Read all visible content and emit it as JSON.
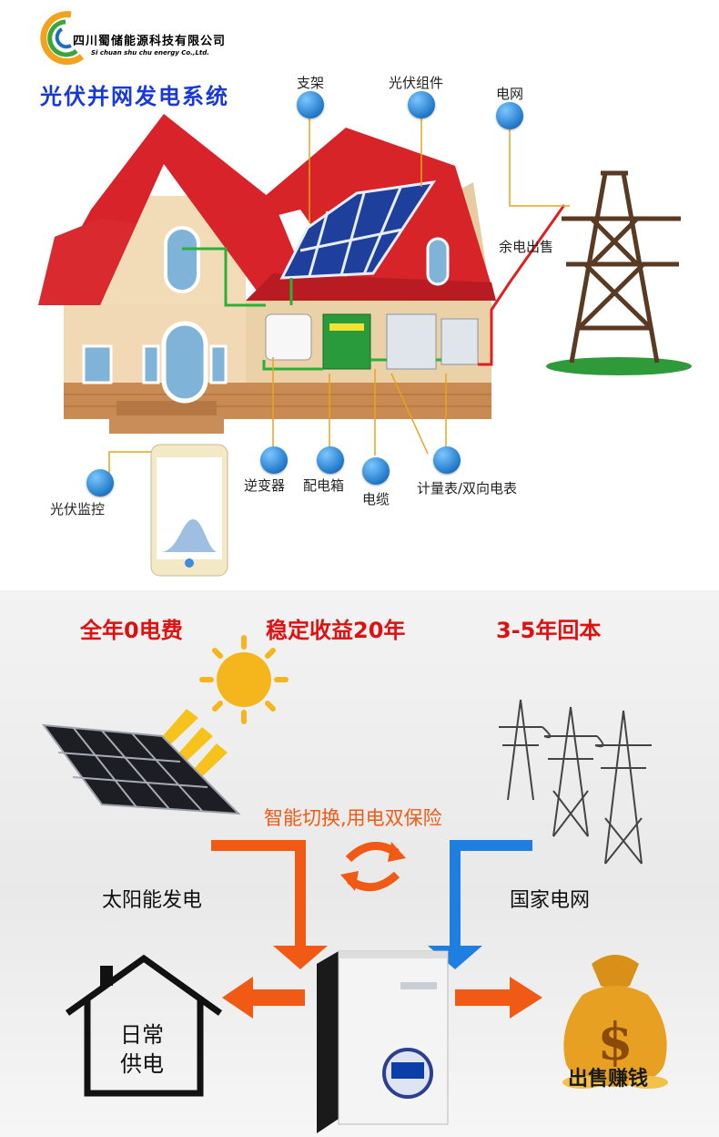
{
  "company": {
    "name_cn": "四川蜀储能源科技有限公司",
    "name_en": "Si chuan shu chu energy Co.,Ltd."
  },
  "top": {
    "title": "光伏并网发电系统",
    "labels": {
      "bracket": "支架",
      "pv_module": "光伏组件",
      "grid": "电网",
      "surplus_sale": "余电出售",
      "monitor": "光伏监控",
      "inverter": "逆变器",
      "distribution_box": "配电箱",
      "cable": "电缆",
      "meter": "计量表/双向电表"
    }
  },
  "bottom": {
    "slogans": [
      "全年0电费",
      "稳定收益20年",
      "3-5年回本"
    ],
    "switch_text": "智能切换,用电双保险",
    "solar_label": "太阳能发电",
    "grid_label": "国家电网",
    "house_label_1": "日常",
    "house_label_2": "供电",
    "sell_label": "出售赚钱"
  },
  "colors": {
    "title_blue": "#1838d8",
    "slogan_red": "#e01010",
    "orange": "#f05a14",
    "blue_arrow": "#1e7fe0",
    "roof_red": "#d8232a",
    "wire_green": "#2fae3a"
  }
}
